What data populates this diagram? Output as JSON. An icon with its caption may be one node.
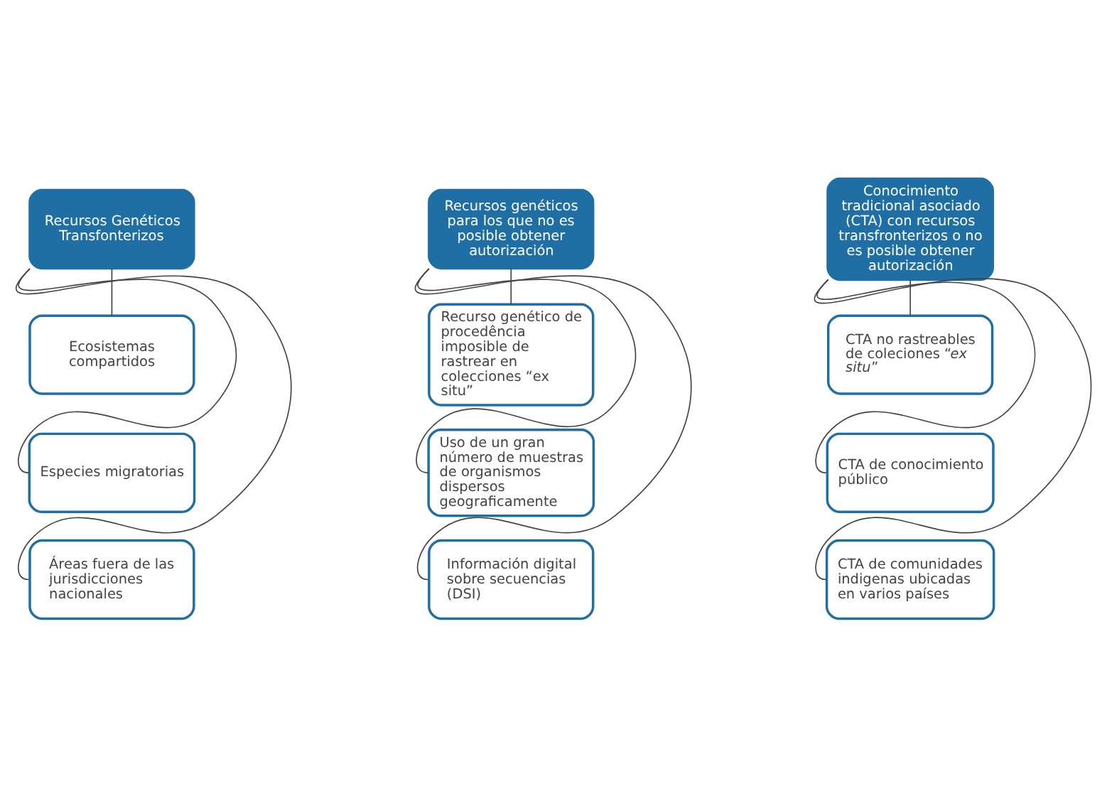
{
  "diagram": {
    "nodes": [
      {
        "text": [
          "Recursos Genéticos Transfonterizos"
        ]
      },
      {
        "text": [
          "Ecosistemas compartidos"
        ]
      },
      {
        "text": [
          "Especies migratorias"
        ]
      },
      {
        "text": [
          "Áreas fuera de las jurisdicciones nacionales"
        ]
      },
      {
        "text": [
          "Recursos genéticos para los que no es posible obtener autorización"
        ]
      },
      {
        "text": [
          "Recurso genético de procedência imposible de rastrear en colecciones “ex situ”"
        ]
      },
      {
        "text": [
          "Uso de un gran número de muestras de organismos dispersos geograficamente"
        ]
      },
      {
        "text": [
          "Información digital sobre secuencias (DSI)"
        ]
      },
      {
        "text": [
          "Conocimiento tradicional asociado (CTA) con recursos transfronterizos o no es posible obtener autorización"
        ]
      },
      {
        "text": [
          "CTA no rastreables de coleciones “*ex situ*”"
        ]
      },
      {
        "text": [
          "CTA de conocimiento público"
        ]
      },
      {
        "text": [
          "CTA de comunidades indigenas ubicadas en varios países"
        ]
      }
    ],
    "edges": [
      {
        "from": 0,
        "to": 1,
        "arrow": "none"
      },
      {
        "from": 0,
        "to": 2,
        "arrow": "none"
      },
      {
        "from": 0,
        "to": 3,
        "arrow": "none"
      },
      {
        "from": 4,
        "to": 5,
        "arrow": "none"
      },
      {
        "from": 4,
        "to": 6,
        "arrow": "none"
      },
      {
        "from": 4,
        "to": 7,
        "arrow": "none"
      },
      {
        "from": 8,
        "to": 9,
        "arrow": "none"
      },
      {
        "from": 8,
        "to": 10,
        "arrow": "none"
      },
      {
        "from": 8,
        "to": 11,
        "arrow": "none"
      }
    ]
  }
}
